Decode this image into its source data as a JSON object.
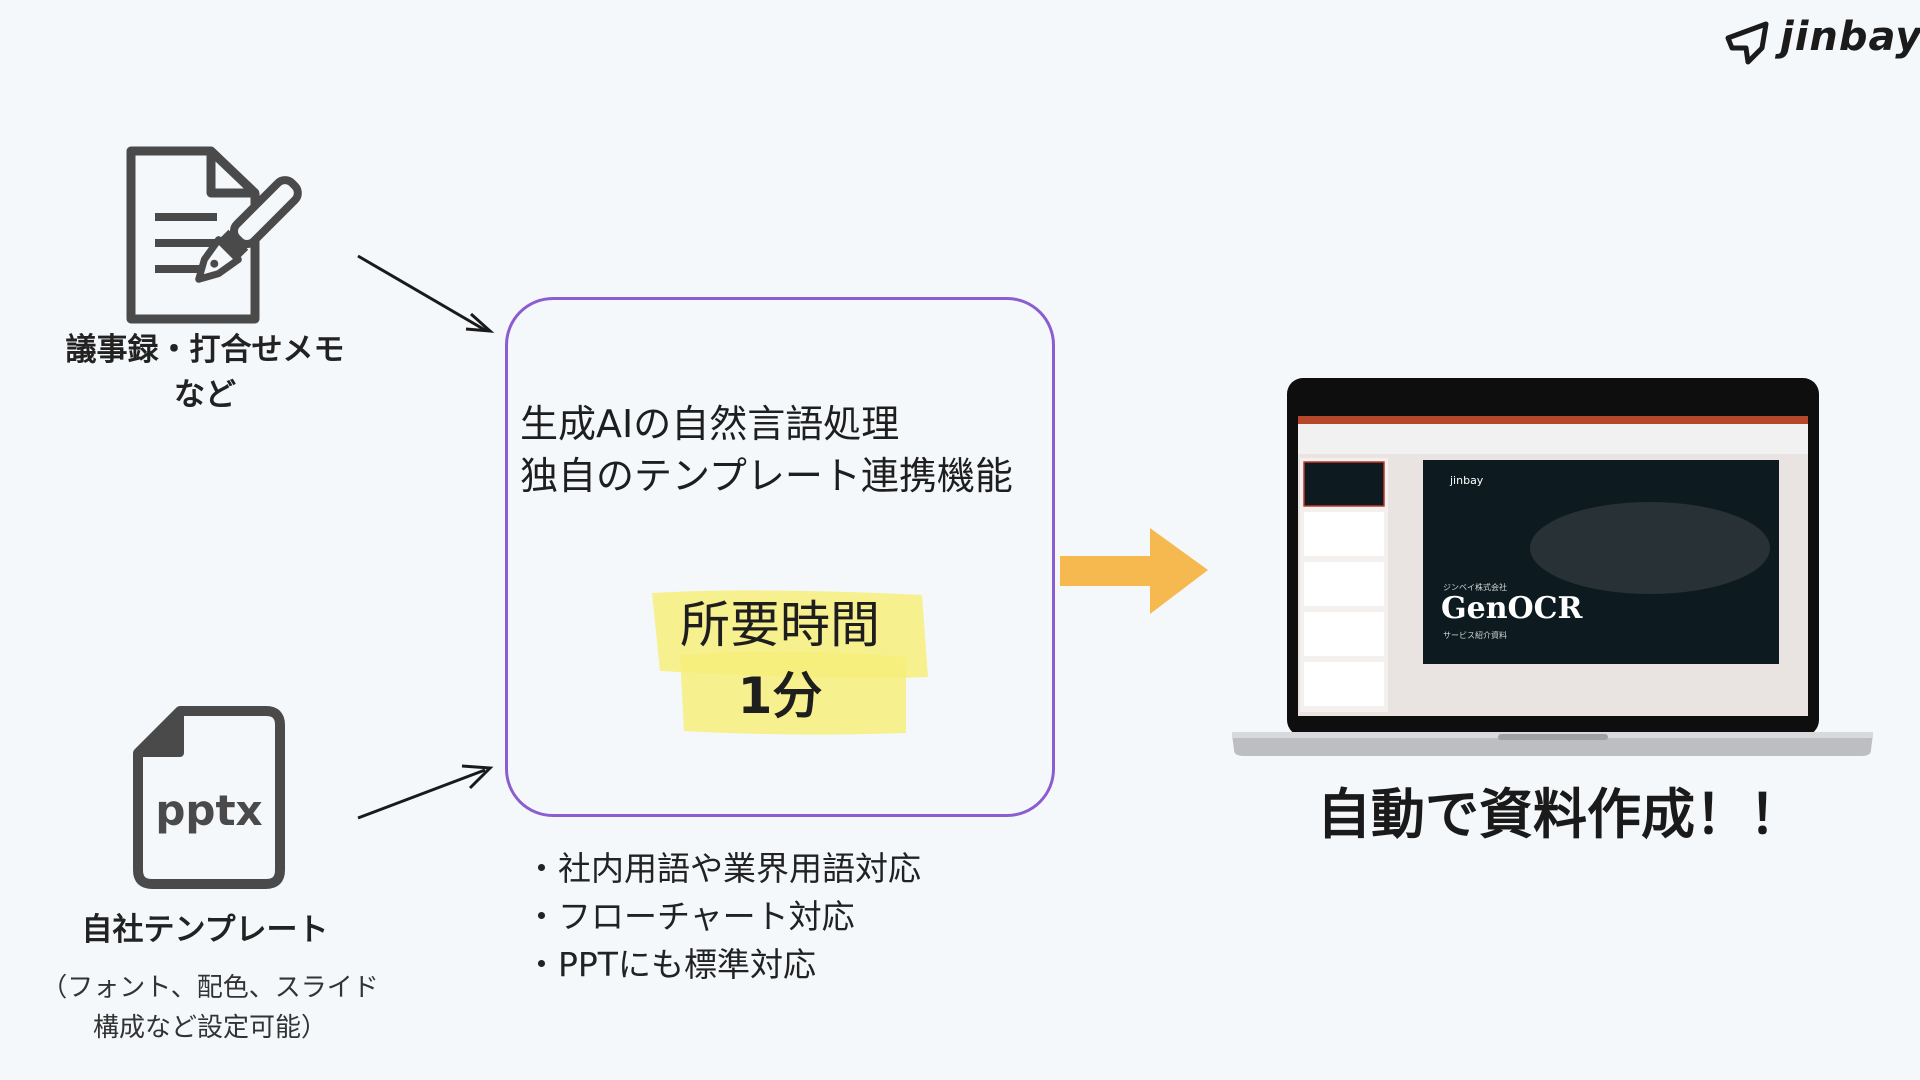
{
  "logo": {
    "text": "jinbay"
  },
  "inputs": {
    "minutes": {
      "label_line1": "議事録・打合せメモ",
      "label_line2": "など",
      "icon": "document-pen-icon"
    },
    "template": {
      "label": "自社テンプレート",
      "note_line1": "（フォント、配色、スライド",
      "note_line2": "構成など設定可能）",
      "icon": "pptx-file-icon",
      "icon_text": "pptx"
    }
  },
  "process": {
    "feature_1": "生成AIの自然言語処理",
    "feature_2": "独自のテンプレート連携機能",
    "time_label": "所要時間",
    "time_value": "1分"
  },
  "bullets": [
    "・社内用語や業界用語対応",
    "・フローチャート対応",
    "・PPTにも標準対応"
  ],
  "output": {
    "label": "自動で資料作成！！",
    "slide_brand": "jinbay",
    "slide_company": "ジンベイ株式会社",
    "slide_title": "GenOCR",
    "slide_subtitle": "サービス紹介資料"
  },
  "colors": {
    "box_border": "#8b5dd0",
    "highlight": "#f7ee7a",
    "arrow_orange": "#f5b94f",
    "icon_gray": "#4a4a4a"
  }
}
